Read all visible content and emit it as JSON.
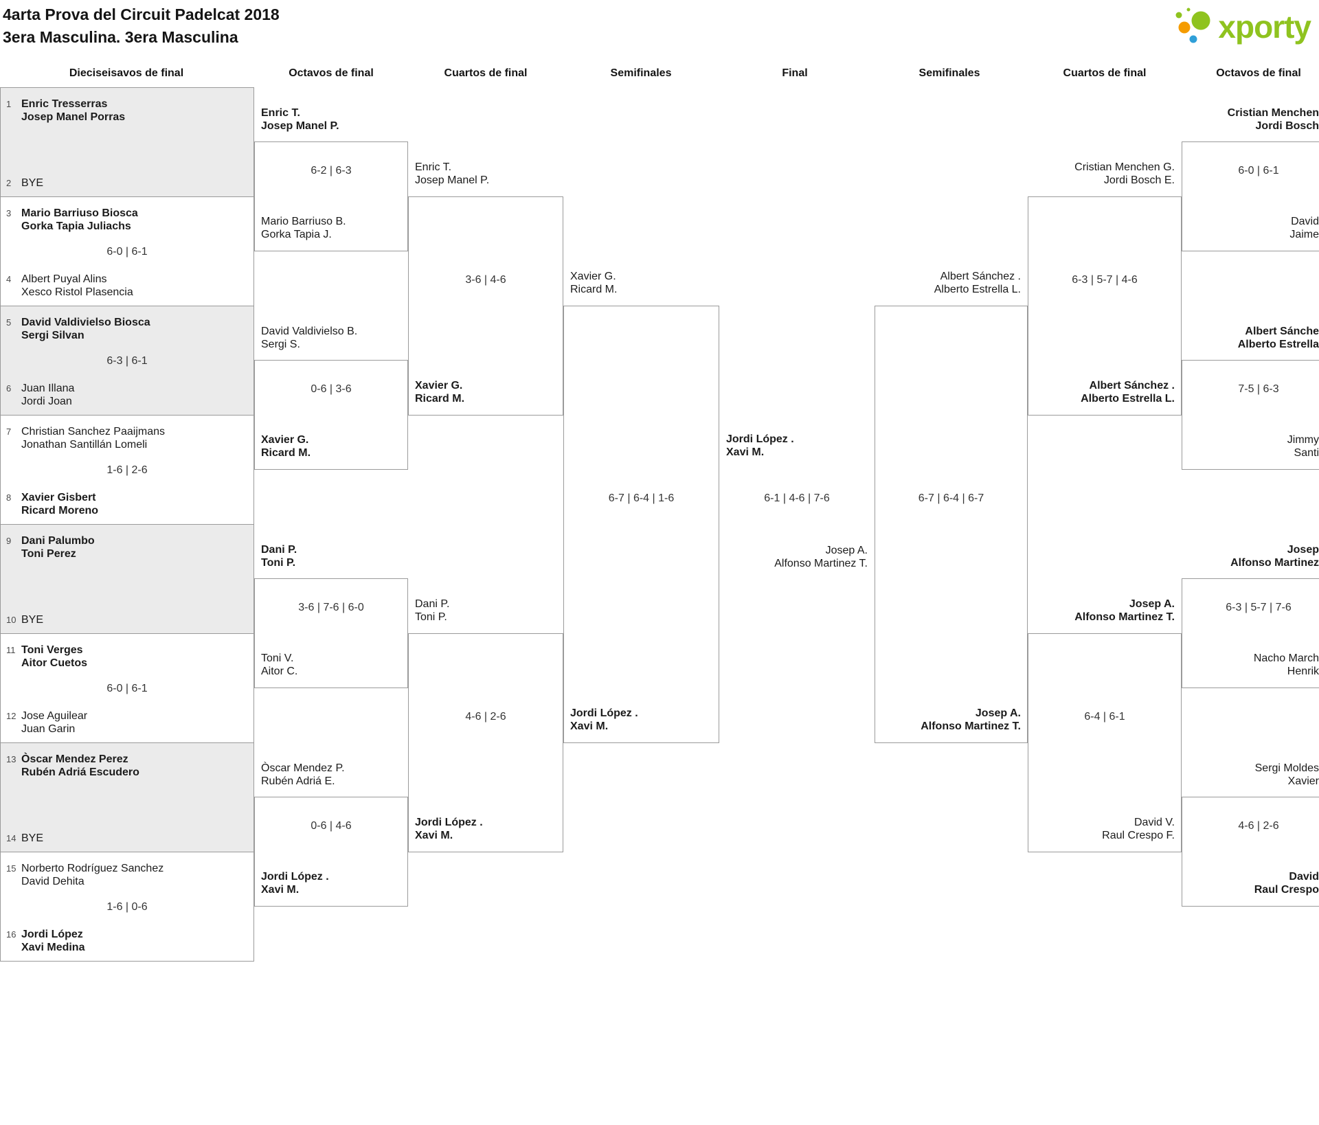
{
  "title": {
    "line1": "4arta Prova del Circuit Padelcat 2018",
    "line2": "3era Masculina. 3era Masculina"
  },
  "logo": {
    "text": "xporty",
    "green": "#8fc31f",
    "orange": "#f59c00",
    "blue": "#2f9fd8"
  },
  "rounds": [
    "Dieciseisavos de final",
    "Octavos de final",
    "Cuartos de final",
    "Semifinales",
    "Final",
    "Semifinales",
    "Cuartos de final",
    "Octavos de final"
  ],
  "r32": [
    {
      "seedA": "1",
      "teamA": "Enric Tresserras\nJosep Manel Porras",
      "seedB": "2",
      "teamB": "BYE",
      "score": ""
    },
    {
      "seedA": "3",
      "teamA": "Mario Barriuso Biosca\nGorka Tapia Juliachs",
      "seedB": "4",
      "teamB": "Albert Puyal Alins\nXesco Ristol Plasencia",
      "score": "6-0 | 6-1"
    },
    {
      "seedA": "5",
      "teamA": "David Valdivielso Biosca\nSergi Silvan",
      "seedB": "6",
      "teamB": "Juan Illana\nJordi Joan",
      "score": "6-3 | 6-1"
    },
    {
      "seedA": "7",
      "teamA": "Christian Sanchez Paaijmans\nJonathan Santillán Lomeli",
      "seedB": "8",
      "teamB": "Xavier Gisbert\nRicard Moreno",
      "score": "1-6 | 2-6"
    },
    {
      "seedA": "9",
      "teamA": "Dani Palumbo\nToni Perez",
      "seedB": "10",
      "teamB": "BYE",
      "score": ""
    },
    {
      "seedA": "11",
      "teamA": "Toni Verges\nAitor Cuetos",
      "seedB": "12",
      "teamB": "Jose Aguilear\nJuan Garin",
      "score": "6-0 | 6-1"
    },
    {
      "seedA": "13",
      "teamA": "Òscar Mendez Perez\nRubén Adriá Escudero",
      "seedB": "14",
      "teamB": "BYE",
      "score": ""
    },
    {
      "seedA": "15",
      "teamA": "Norberto Rodríguez Sanchez\nDavid Dehita",
      "seedB": "16",
      "teamB": "Jordi López\nXavi Medina",
      "score": "1-6 | 0-6"
    }
  ],
  "octavos_left": [
    {
      "teamA": "Enric T.\nJosep Manel P.",
      "teamB": "Mario Barriuso B.\nGorka Tapia J.",
      "score": "6-2 | 6-3"
    },
    {
      "teamA": "David Valdivielso B.\nSergi S.",
      "teamB": "Xavier G.\nRicard M.",
      "score": "0-6 | 3-6"
    },
    {
      "teamA": "Dani P.\nToni P.",
      "teamB": "Toni V.\nAitor C.",
      "score": "3-6 | 7-6 | 6-0"
    },
    {
      "teamA": "Òscar Mendez P.\nRubén Adriá E.",
      "teamB": "Jordi López .\nXavi M.",
      "score": "0-6 | 4-6"
    }
  ],
  "cuartos_left": [
    {
      "teamA": "Enric T.\nJosep Manel P.",
      "teamB": "Xavier G.\nRicard M.",
      "score": "3-6 | 4-6"
    },
    {
      "teamA": "Dani P.\nToni P.",
      "teamB": "Jordi López .\nXavi M.",
      "score": "4-6 | 2-6"
    }
  ],
  "semi_left": {
    "teamA": "Xavier G.\nRicard M.",
    "teamB": "Jordi López .\nXavi M.",
    "score": "6-7 | 6-4 | 1-6"
  },
  "final": {
    "winner": "Jordi López .\nXavi M.",
    "runnerup": "Josep A.\nAlfonso Martinez T.",
    "score": "6-1 | 4-6 | 7-6"
  },
  "semi_right": {
    "teamA": "Albert Sánchez .\nAlberto Estrella L.",
    "teamB": "Josep A.\nAlfonso Martinez T.",
    "score": "6-7 | 6-4 | 6-7"
  },
  "cuartos_right": [
    {
      "teamA": "Cristian Menchen G.\nJordi Bosch E.",
      "teamB": "Albert Sánchez .\nAlberto Estrella L.",
      "score": "6-3 | 5-7 | 4-6"
    },
    {
      "teamA": "Josep A.\nAlfonso Martinez T.",
      "teamB": "David V.\nRaul Crespo F.",
      "score": "6-4 | 6-1"
    }
  ],
  "octavos_right": [
    {
      "teamA": "Cristian Menchen\nJordi Bosch",
      "teamB": "David\nJaime",
      "score": "6-0 | 6-1"
    },
    {
      "teamA": "Albert Sánche\nAlberto Estrella",
      "teamB": "Jimmy\nSanti",
      "score": "7-5 | 6-3"
    },
    {
      "teamA": "Josep\nAlfonso Martinez",
      "teamB": "Nacho March\nHenrik",
      "score": "6-3 | 5-7 | 7-6"
    },
    {
      "teamA": "Sergi Moldes\nXavier",
      "teamB": "David\nRaul Crespo",
      "score": "4-6 | 2-6"
    }
  ]
}
